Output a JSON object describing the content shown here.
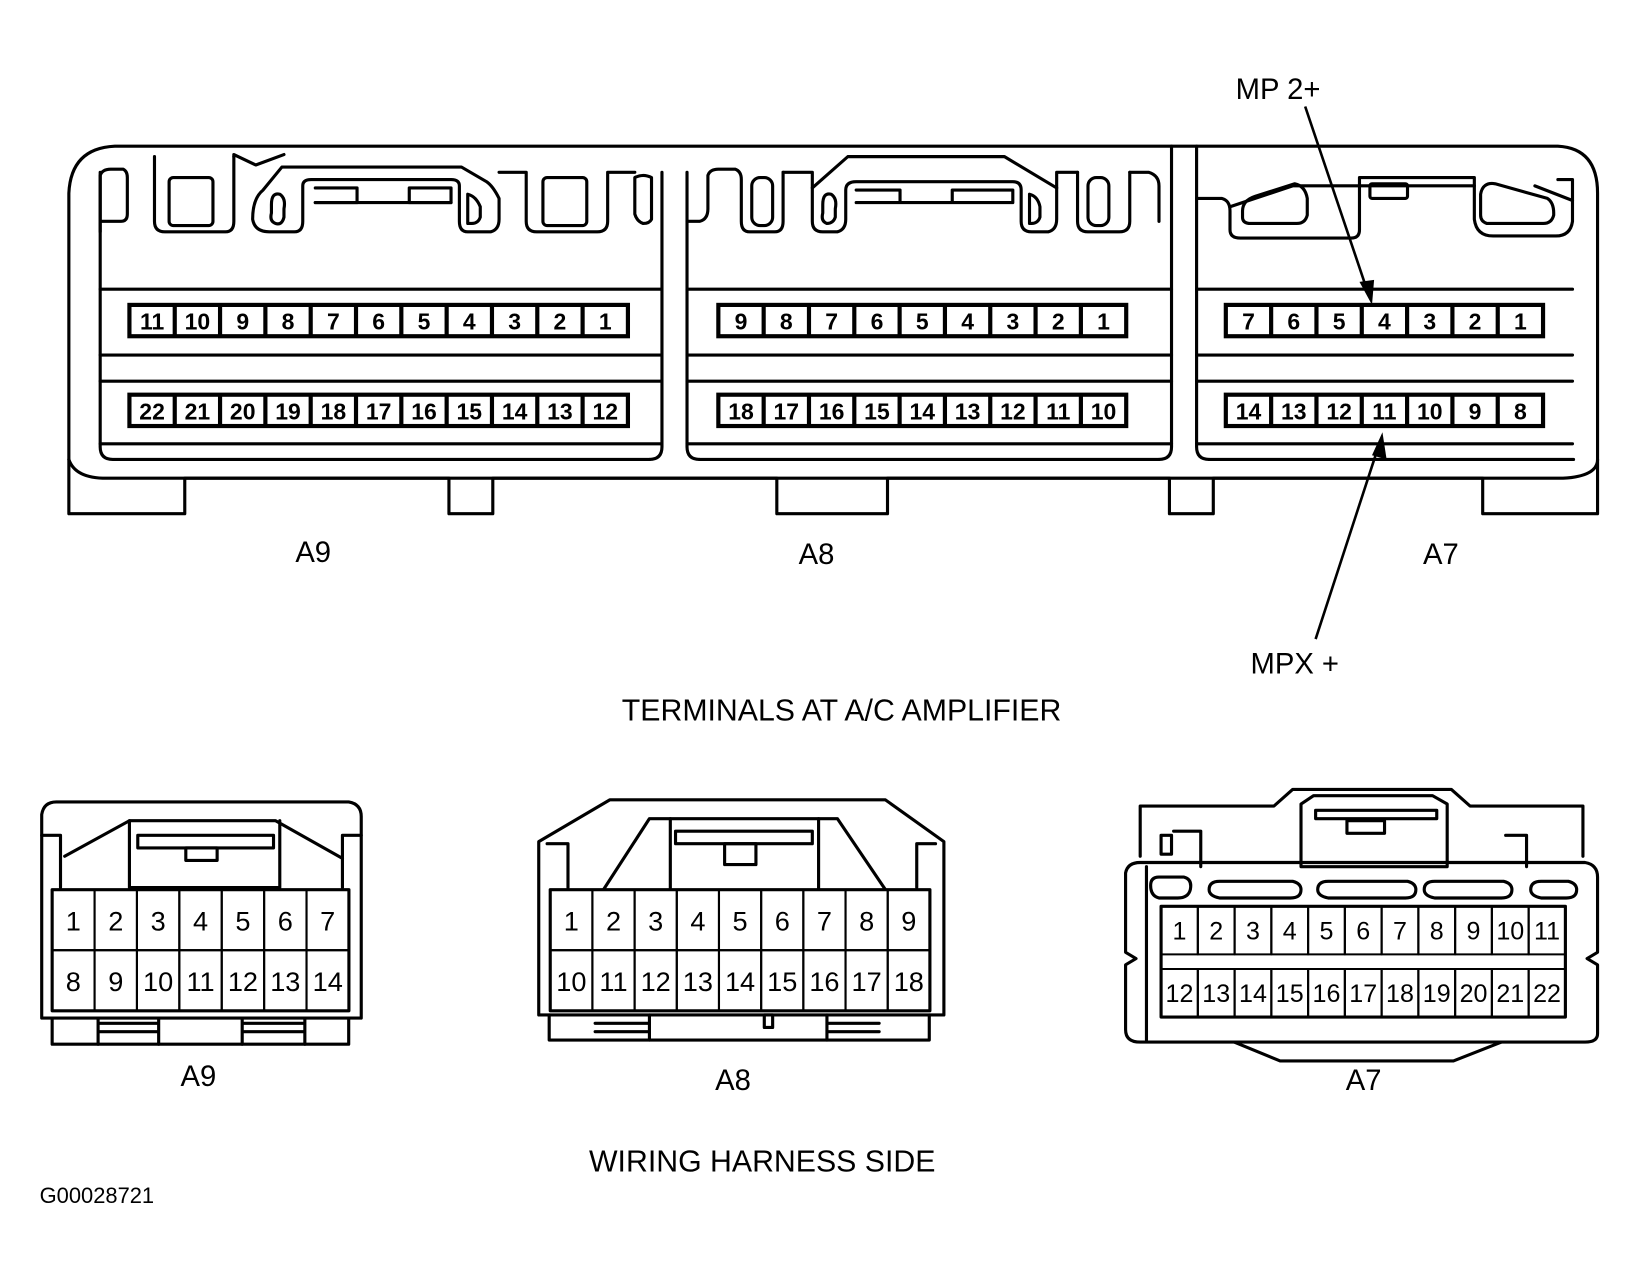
{
  "figure_code": "G00028721",
  "amplifier_side": {
    "title": "TERMINALS AT A/C AMPLIFIER",
    "connectors": [
      {
        "id": "A9",
        "label": "A9",
        "top_row": [
          11,
          10,
          9,
          8,
          7,
          6,
          5,
          4,
          3,
          2,
          1
        ],
        "bottom_row": [
          22,
          21,
          20,
          19,
          18,
          17,
          16,
          15,
          14,
          13,
          12
        ]
      },
      {
        "id": "A8",
        "label": "A8",
        "top_row": [
          9,
          8,
          7,
          6,
          5,
          4,
          3,
          2,
          1
        ],
        "bottom_row": [
          18,
          17,
          16,
          15,
          14,
          13,
          12,
          11,
          10
        ]
      },
      {
        "id": "A7",
        "label": "A7",
        "top_row": [
          7,
          6,
          5,
          4,
          3,
          2,
          1
        ],
        "bottom_row": [
          14,
          13,
          12,
          11,
          10,
          9,
          8
        ]
      }
    ],
    "callouts": [
      {
        "label": "MP 2+",
        "connector": "A7",
        "terminal": 4
      },
      {
        "label": "MPX +",
        "connector": "A7",
        "terminal": 11
      }
    ]
  },
  "harness_side": {
    "title": "WIRING HARNESS SIDE",
    "connectors": [
      {
        "id": "A9",
        "label": "A9",
        "top_row": [
          1,
          2,
          3,
          4,
          5,
          6,
          7
        ],
        "bottom_row": [
          8,
          9,
          10,
          11,
          12,
          13,
          14
        ]
      },
      {
        "id": "A8",
        "label": "A8",
        "top_row": [
          1,
          2,
          3,
          4,
          5,
          6,
          7,
          8,
          9
        ],
        "bottom_row": [
          10,
          11,
          12,
          13,
          14,
          15,
          16,
          17,
          18
        ]
      },
      {
        "id": "A7",
        "label": "A7",
        "top_row": [
          1,
          2,
          3,
          4,
          5,
          6,
          7,
          8,
          9,
          10,
          11
        ],
        "bottom_row": [
          12,
          13,
          14,
          15,
          16,
          17,
          18,
          19,
          20,
          21,
          22
        ]
      }
    ]
  }
}
